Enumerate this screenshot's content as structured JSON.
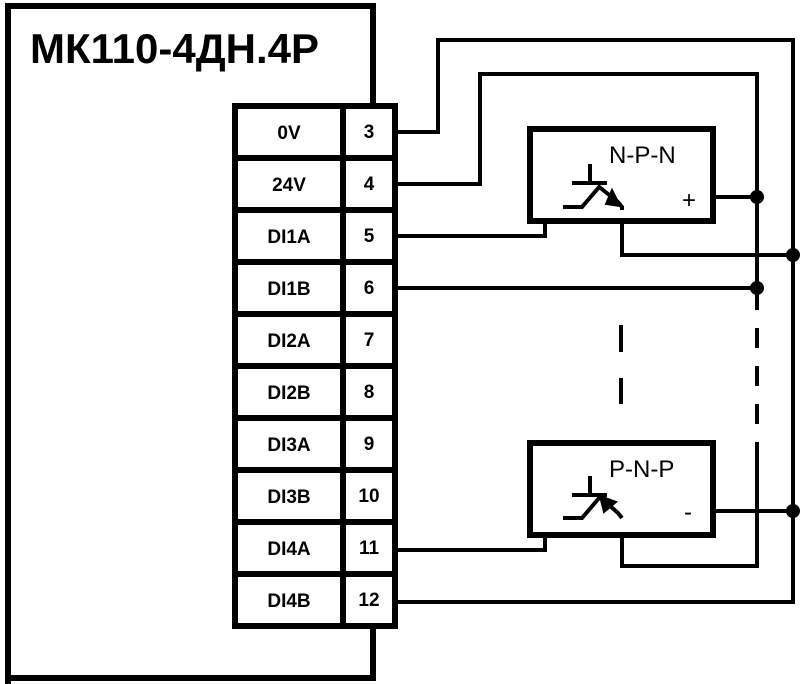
{
  "device": {
    "title": "МК110-4ДН.4Р"
  },
  "terminals": [
    {
      "label": "0V",
      "number": "3"
    },
    {
      "label": "24V",
      "number": "4"
    },
    {
      "label": "DI1A",
      "number": "5"
    },
    {
      "label": "DI1B",
      "number": "6"
    },
    {
      "label": "DI2A",
      "number": "7"
    },
    {
      "label": "DI2B",
      "number": "8"
    },
    {
      "label": "DI3A",
      "number": "9"
    },
    {
      "label": "DI3B",
      "number": "10"
    },
    {
      "label": "DI4A",
      "number": "11"
    },
    {
      "label": "DI4B",
      "number": "12"
    }
  ],
  "sensors": [
    {
      "type": "N-P-N",
      "terminal_sign": "+",
      "icon": "npn-transistor-icon"
    },
    {
      "type": "P-N-P",
      "terminal_sign": "-",
      "icon": "pnp-transistor-icon"
    }
  ],
  "colors": {
    "line": "#000000",
    "background": "#ffffff"
  }
}
